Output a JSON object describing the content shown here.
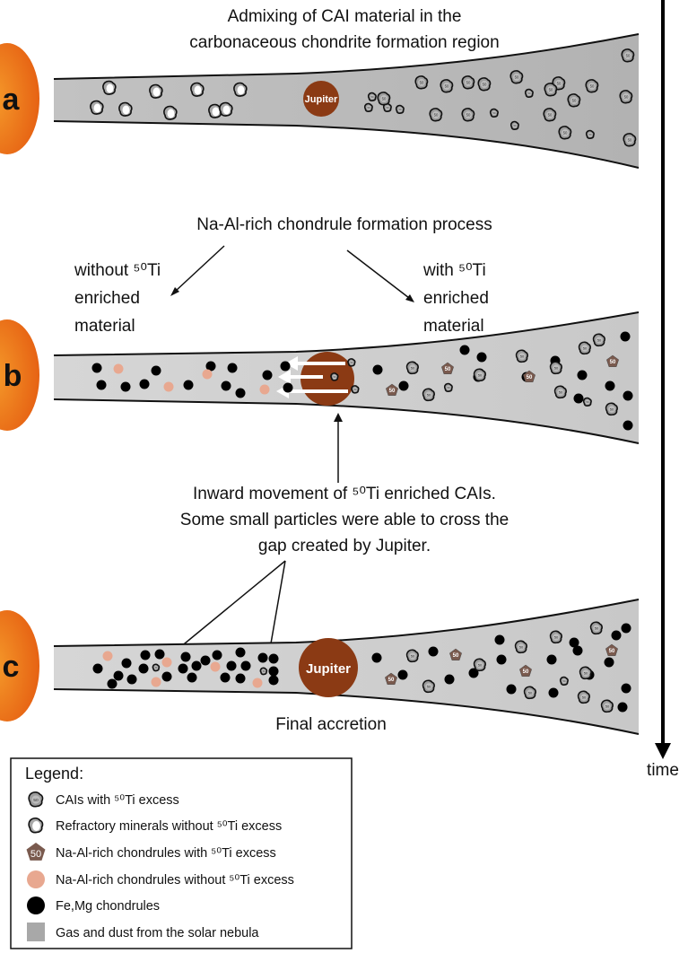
{
  "diagram": {
    "type": "process-timeline",
    "colors": {
      "sun": "#f07a1a",
      "sun_dark": "#e0560f",
      "disk_gas": "#b4b4b4",
      "disk_gas_light": "#cdcdcd",
      "jupiter": "#8b3a14",
      "na_al_no_ti": "#e8a890",
      "na_al_ti": "#7a5a4e",
      "fe_mg": "#000000",
      "cai": "#9a9a9a"
    },
    "panels": [
      {
        "label": "a",
        "caption_lines": [
          "Admixing of CAI material in the",
          "carbonaceous chondrite formation region"
        ],
        "jupiter_label": "Jupiter"
      },
      {
        "label": "b",
        "caption_top": "Na-Al-rich chondrule formation process",
        "branch_left": [
          "without ⁵⁰Ti",
          "enriched",
          "material"
        ],
        "branch_right": [
          "with ⁵⁰Ti",
          "enriched",
          "material"
        ],
        "caption_bottom_lines": [
          "Inward movement of ⁵⁰Ti enriched CAIs.",
          "Some small particles were able to cross the",
          "gap created by Jupiter."
        ]
      },
      {
        "label": "c",
        "jupiter_label": "Jupiter",
        "caption": "Final accretion"
      }
    ],
    "time_axis_label": "time",
    "legend": {
      "title": "Legend:",
      "items": [
        {
          "icon": "cai-with-ti-icon",
          "label": "CAIs with ⁵⁰Ti excess"
        },
        {
          "icon": "refractory-mineral-icon",
          "label": "Refractory minerals without ⁵⁰Ti excess"
        },
        {
          "icon": "na-al-chondrule-ti-icon",
          "label": "Na-Al-rich chondrules with ⁵⁰Ti excess",
          "badge": "50"
        },
        {
          "icon": "na-al-chondrule-no-ti-icon",
          "label": "Na-Al-rich chondrules without ⁵⁰Ti excess"
        },
        {
          "icon": "fe-mg-chondrule-icon",
          "label": "Fe,Mg chondrules"
        },
        {
          "icon": "gas-dust-icon",
          "label": "Gas and dust from the solar nebula"
        }
      ]
    },
    "cai_badge": "50"
  }
}
